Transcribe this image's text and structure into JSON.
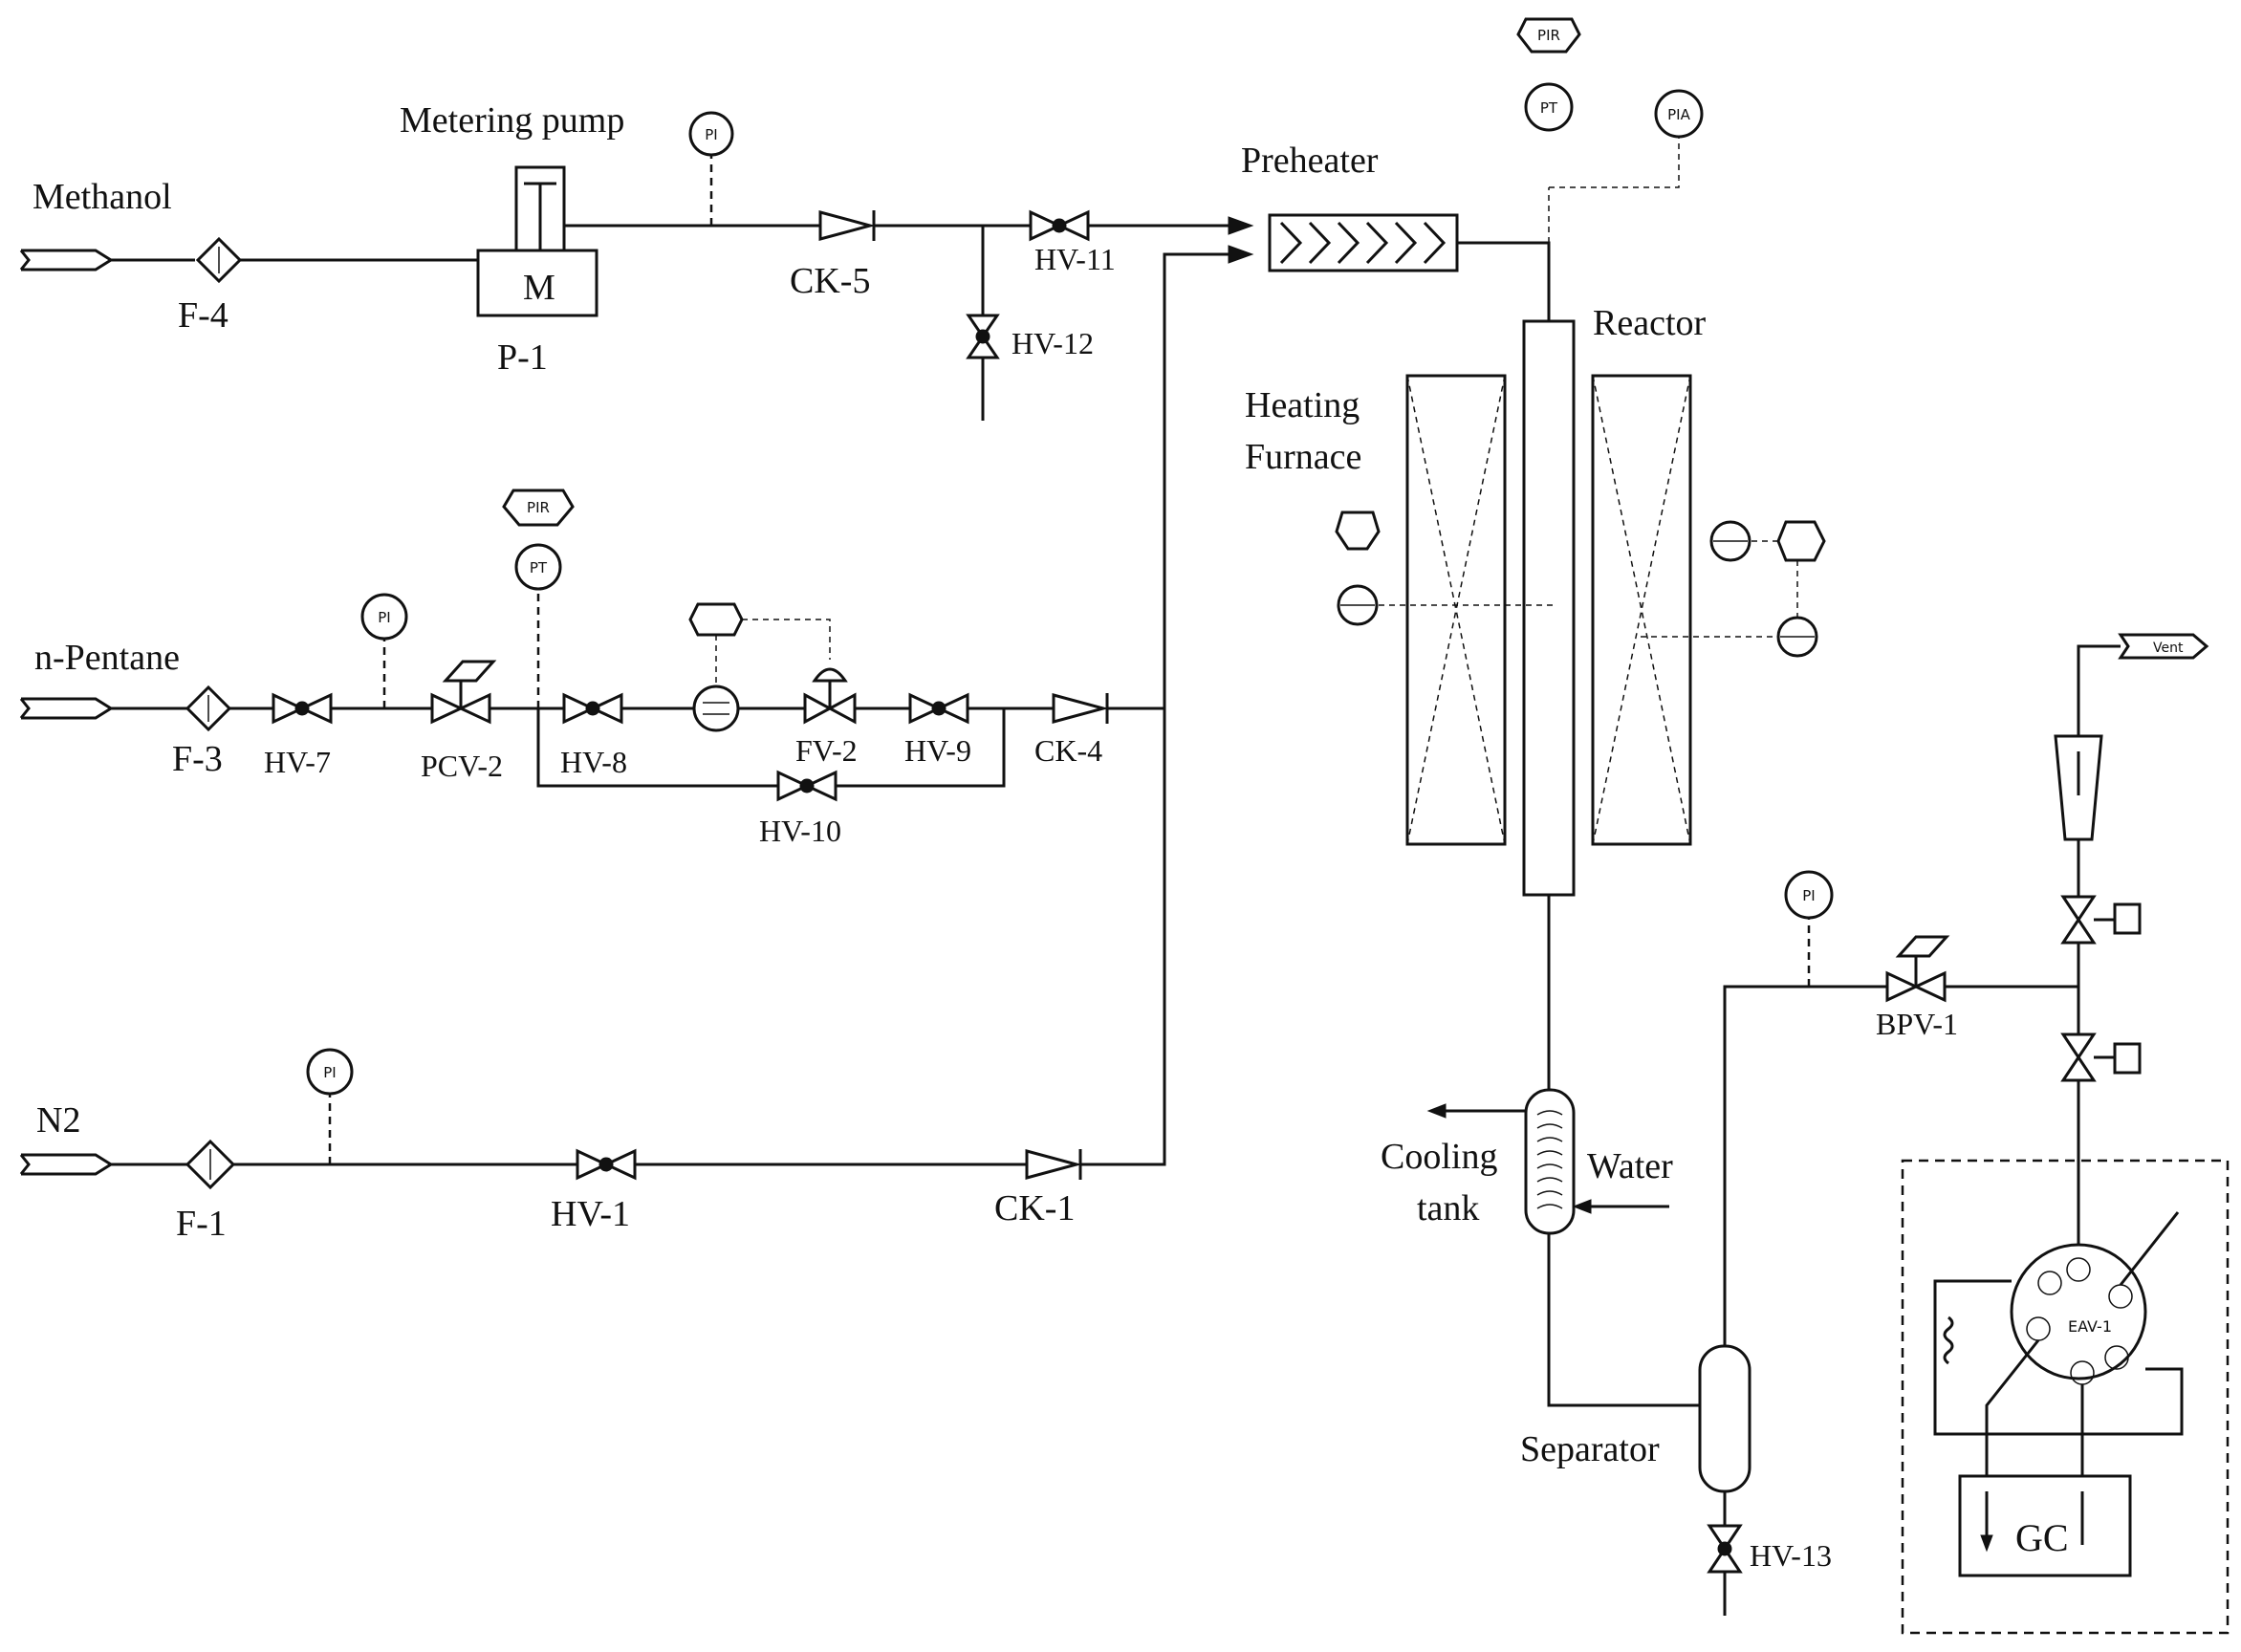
{
  "feeds": {
    "methanol": "Methanol",
    "n_pentane": "n-Pentane",
    "n2": "N2"
  },
  "equipment": {
    "metering_pump": "Metering pump",
    "pump_tag": "P-1",
    "pump_motor": "M",
    "preheater": "Preheater",
    "reactor": "Reactor",
    "heating_furnace_line1": "Heating",
    "heating_furnace_line2": "Furnace",
    "cooling_tank_line1": "Cooling",
    "cooling_tank_line2": "tank",
    "water": "Water",
    "separator": "Separator",
    "gc": "GC",
    "vent": "Vent",
    "switch_valve": "EAV-1"
  },
  "tags": {
    "f4": "F-4",
    "f3": "F-3",
    "f1": "F-1",
    "ck5": "CK-5",
    "ck4": "CK-4",
    "ck1": "CK-1",
    "hv11": "HV-11",
    "hv12": "HV-12",
    "hv7": "HV-7",
    "pcv2": "PCV-2",
    "hv8": "HV-8",
    "fv2": "FV-2",
    "hv9": "HV-9",
    "hv10": "HV-10",
    "hv1": "HV-1",
    "hv13": "HV-13",
    "bpv1": "BPV-1"
  },
  "instruments": {
    "pi": "PI",
    "pt": "PT",
    "pir": "PIR",
    "pia": "PIA"
  }
}
